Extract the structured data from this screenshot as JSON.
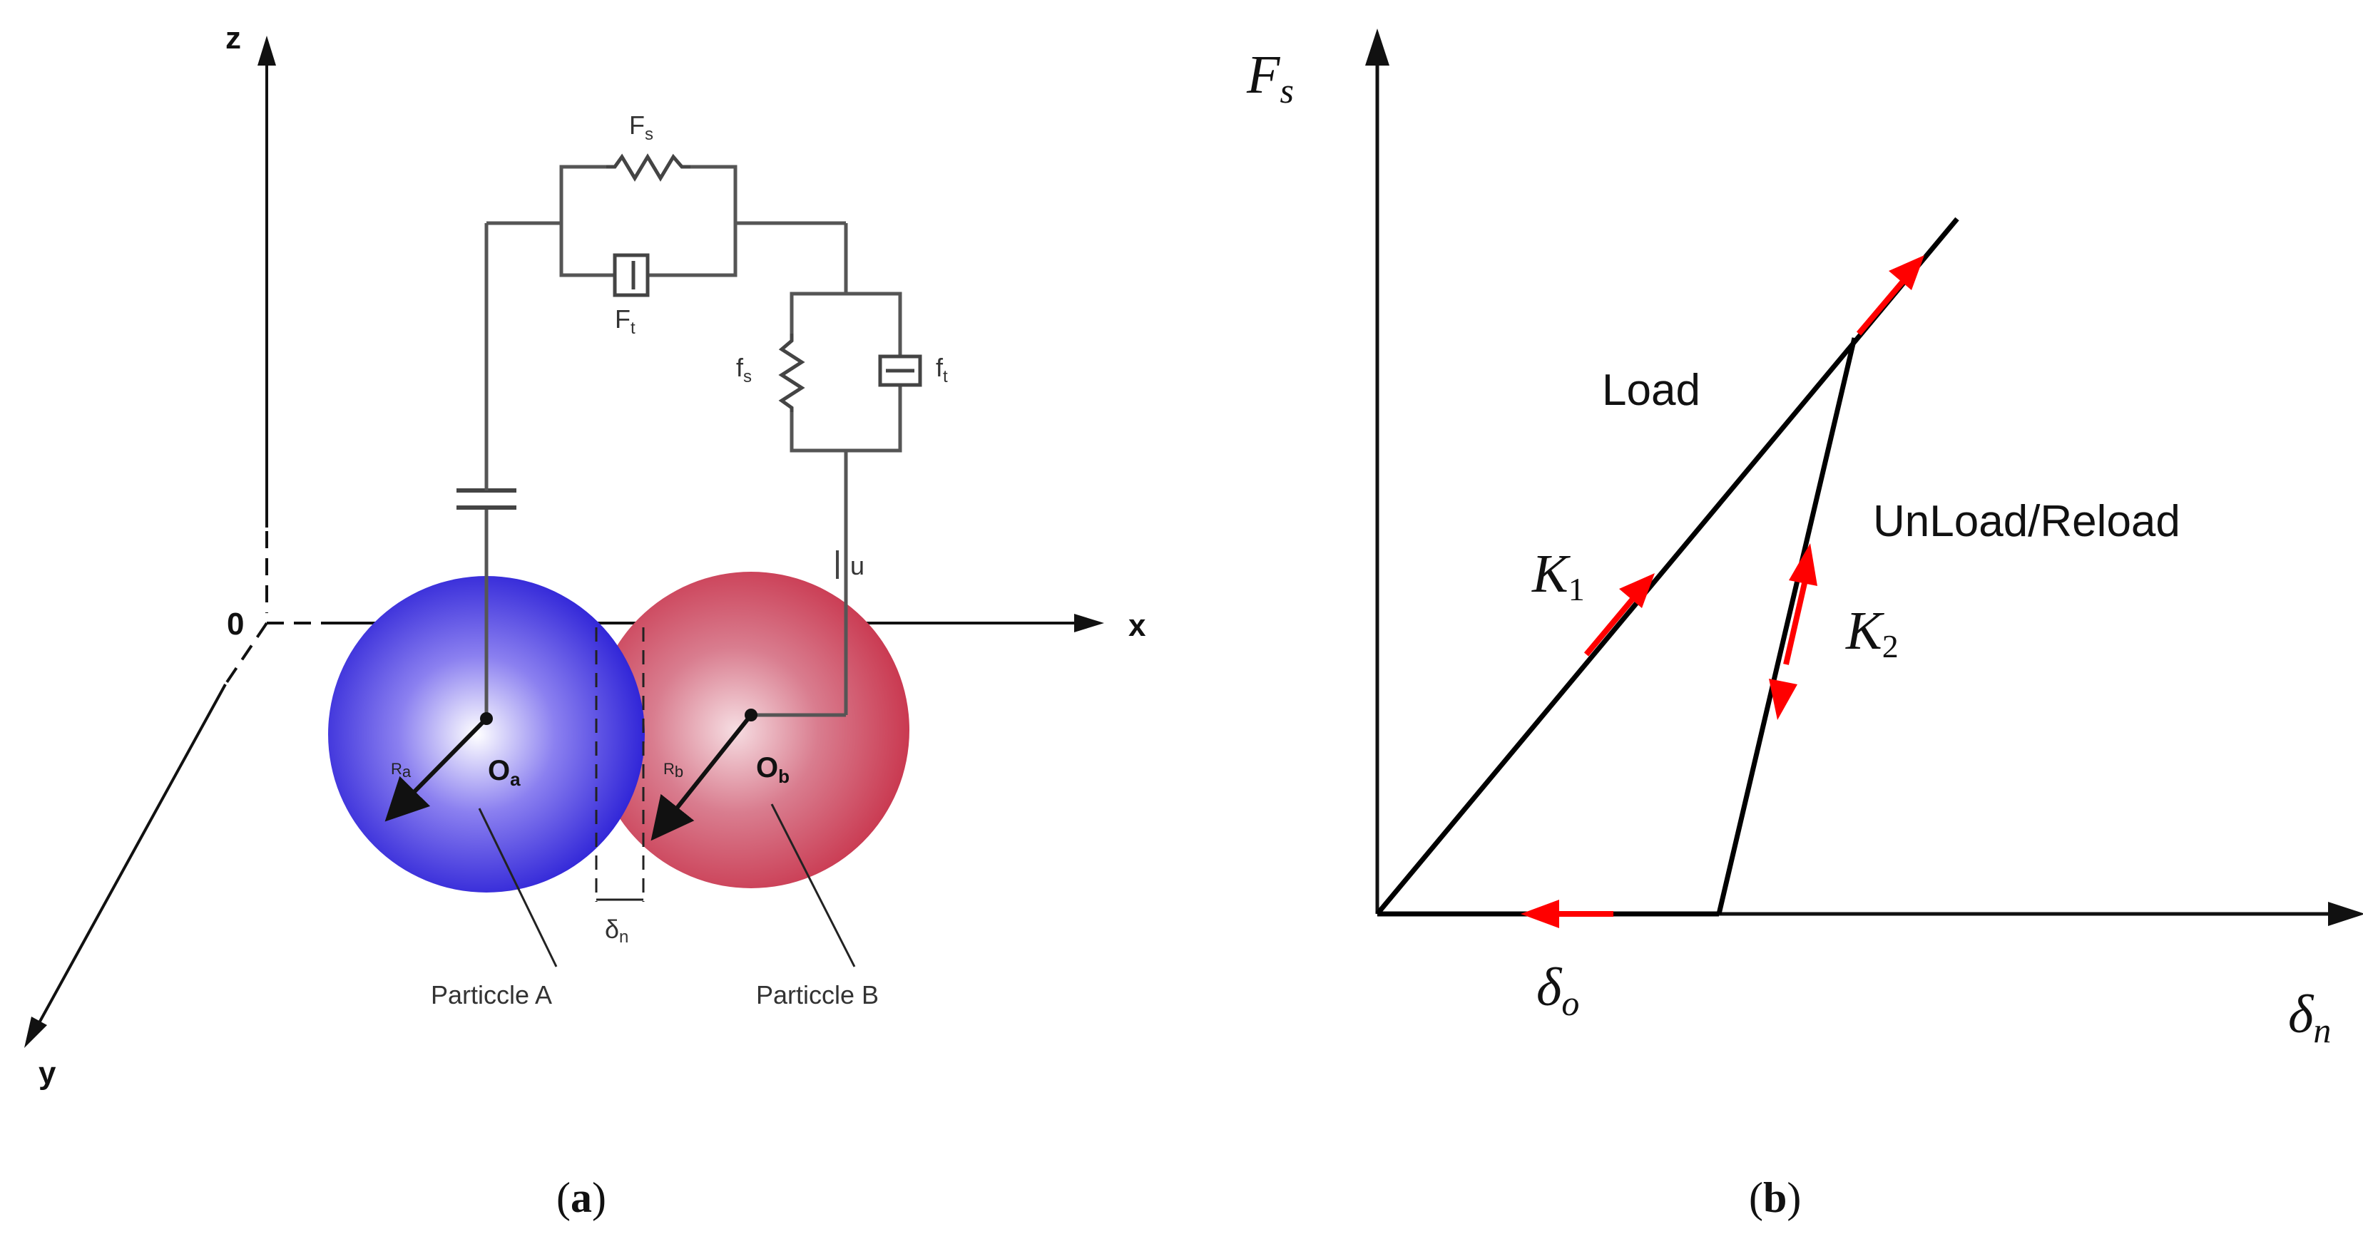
{
  "panel_a": {
    "axes": {
      "z": "z",
      "x": "x",
      "y": "y",
      "origin": "0"
    },
    "spring_top": {
      "letter": "F",
      "sub": "s"
    },
    "dashpot_top": {
      "letter": "F",
      "sub": "t"
    },
    "spring_right": {
      "letter": "f",
      "sub": "s"
    },
    "dashpot_right": {
      "letter": "f",
      "sub": "t"
    },
    "u_label": "u",
    "radius_a": {
      "letter": "R",
      "sub": "a"
    },
    "radius_b": {
      "letter": "R",
      "sub": "b"
    },
    "center_a": {
      "letter": "O",
      "sub": "a"
    },
    "center_b": {
      "letter": "O",
      "sub": "b"
    },
    "overlap": {
      "letter": "δ",
      "sub": "n"
    },
    "particle_a": "Particcle A",
    "particle_b": "Particcle B",
    "colors": {
      "particle_a": "#2a1fd6",
      "particle_b": "#c8324a"
    },
    "caption": {
      "open": "(",
      "letter": "a",
      "close": ")"
    }
  },
  "panel_b": {
    "y_axis": {
      "letter": "F",
      "sub": "s"
    },
    "x_axis": {
      "letter": "δ",
      "sub": "n"
    },
    "delta_o": {
      "letter": "δ",
      "sub": "o"
    },
    "k1": {
      "letter": "K",
      "sub": "1"
    },
    "k2": {
      "letter": "K",
      "sub": "2"
    },
    "load": "Load",
    "unload": "UnLoad/Reload",
    "colors": {
      "arrow": "#ff0000",
      "line": "#000000"
    },
    "caption": {
      "open": "(",
      "letter": "b",
      "close": ")"
    }
  }
}
